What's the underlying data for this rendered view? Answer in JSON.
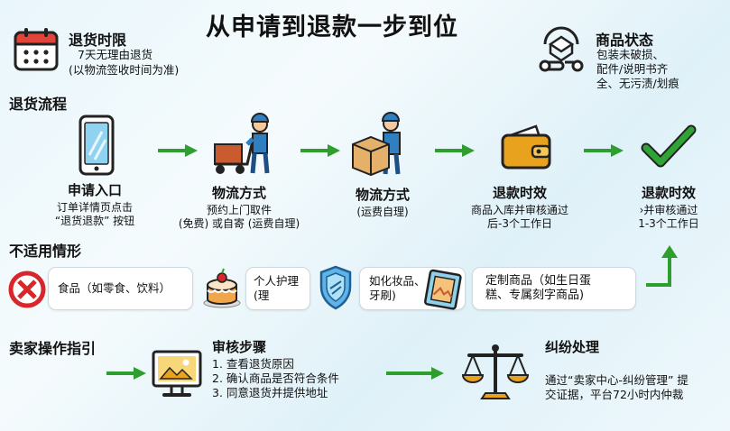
{
  "title": "从申请到退款一步到位",
  "return_period": {
    "heading": "退货时限",
    "line1": "7天无理由退货",
    "line2": "(以物流签收时间为准)",
    "icon": "calendar-icon"
  },
  "product_status": {
    "heading": "商品状态",
    "line1": "包装未破损、",
    "line2": "配件/说明书齐",
    "line3": "全、无污渍/划痕",
    "icon": "inspect-box-icon"
  },
  "process": {
    "heading": "退货流程",
    "steps": [
      {
        "title": "申请入口",
        "line1": "订单详情页点击",
        "line2": "“退货退款” 按钮",
        "line3": "",
        "icon": "phone-icon"
      },
      {
        "title": "物流方式",
        "line1": "预约上门取件",
        "line2": "(免费) 或自寄 (运费自理)",
        "line3": "",
        "icon": "courier-cart-icon"
      },
      {
        "title": "物流方式",
        "line1": "(运费自理)",
        "line2": "",
        "line3": "",
        "icon": "courier-box-icon"
      },
      {
        "title": "退款时效",
        "line1": "商品入库并审核通过",
        "line2": "后-3个工作日",
        "line3": "",
        "icon": "wallet-icon"
      },
      {
        "title": "退款时效",
        "line1": "›并审核通过",
        "line2": "1-3个工作日",
        "line3": "",
        "icon": "checkmark-icon"
      }
    ]
  },
  "not_applicable": {
    "heading": "不适用情形",
    "items": [
      {
        "label": "食品（如零食、饮料）",
        "icon": "prohibited-icon"
      },
      {
        "label": "个人护理",
        "label2": "(理",
        "icon": "cake-icon"
      },
      {
        "label": "如化妆品、",
        "label2": "牙刷)",
        "icon": "shield-icon"
      },
      {
        "label": "定制商品（如生日蛋",
        "label2": "糕、专属刻字商品)",
        "icon": "photo-frame-icon"
      }
    ]
  },
  "seller_guide": {
    "heading": "卖家操作指引",
    "review": {
      "heading": "审核步骤",
      "step1": "1. 查看退货原因",
      "step2": "2. 确认商品是否符合条件",
      "step3": "3. 同意退货并提供地址",
      "icon": "monitor-icon"
    },
    "dispute": {
      "heading": "纠纷处理",
      "line1": "通过“卖家中心-纠纷管理” 提",
      "line2": "交证据，平台72小时内仲裁",
      "icon": "scales-icon"
    }
  },
  "colors": {
    "arrow": "#2e9e2e",
    "check": "#2fa336",
    "prohibited": "#d8262b",
    "courier_blue": "#2f7fc1",
    "box": "#e4b06a",
    "wallet": "#e8a21e"
  }
}
